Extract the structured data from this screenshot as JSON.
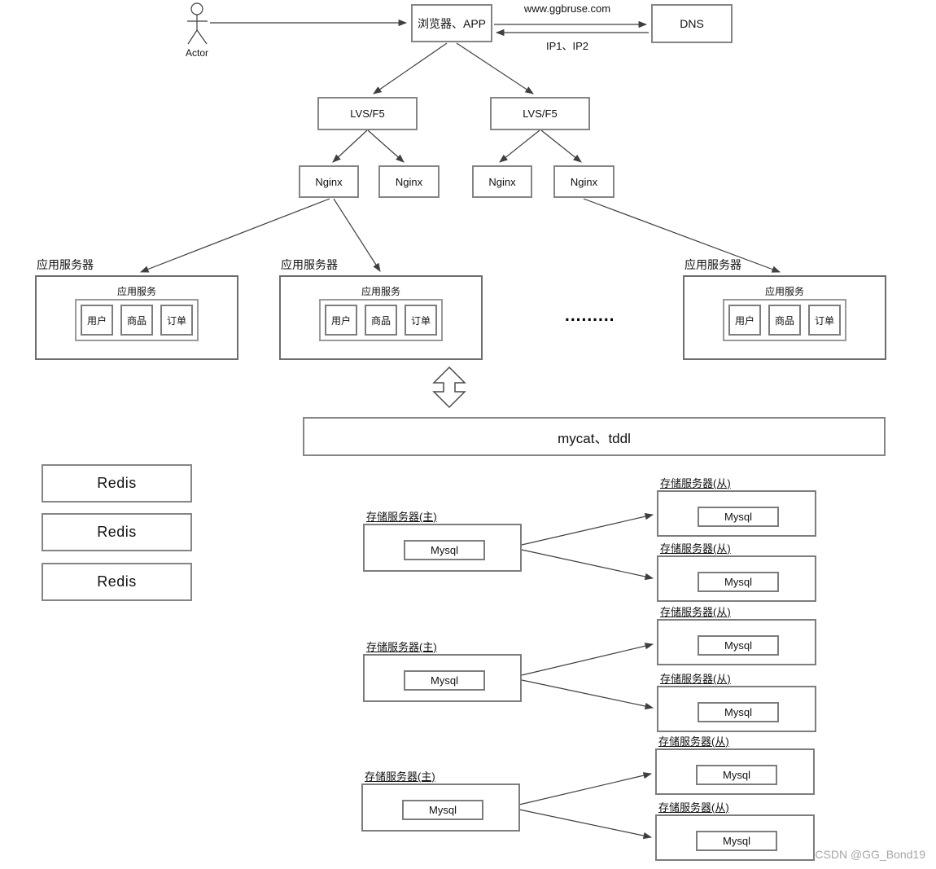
{
  "diagram": {
    "actor": {
      "label": "Actor"
    },
    "browser": {
      "label": "浏览器、APP"
    },
    "dns": {
      "label": "DNS"
    },
    "dns_links": {
      "request": "www.ggbruse.com",
      "response": "IP1、IP2"
    },
    "load_balancers": [
      {
        "label": "LVS/F5"
      },
      {
        "label": "LVS/F5"
      }
    ],
    "nginx_nodes": [
      {
        "label": "Nginx"
      },
      {
        "label": "Nginx"
      },
      {
        "label": "Nginx"
      },
      {
        "label": "Nginx"
      }
    ],
    "app_servers": [
      {
        "title": "应用服务器",
        "service_title": "应用服务",
        "modules": [
          "用户",
          "商品",
          "订单"
        ]
      },
      {
        "title": "应用服务器",
        "service_title": "应用服务",
        "modules": [
          "用户",
          "商品",
          "订单"
        ]
      },
      {
        "title": "应用服务器",
        "service_title": "应用服务",
        "modules": [
          "用户",
          "商品",
          "订单"
        ]
      }
    ],
    "ellipsis": ".........",
    "middleware": {
      "label": "mycat、tddl"
    },
    "redis_nodes": [
      {
        "label": "Redis"
      },
      {
        "label": "Redis"
      },
      {
        "label": "Redis"
      }
    ],
    "storage_masters": [
      {
        "title": "存储服务器(主)",
        "db": "Mysql"
      },
      {
        "title": "存储服务器(主)",
        "db": "Mysql"
      },
      {
        "title": "存储服务器(主)",
        "db": "Mysql"
      }
    ],
    "storage_slaves": [
      {
        "title": "存储服务器(从)",
        "db": "Mysql"
      },
      {
        "title": "存储服务器(从)",
        "db": "Mysql"
      },
      {
        "title": "存储服务器(从)",
        "db": "Mysql"
      },
      {
        "title": "存储服务器(从)",
        "db": "Mysql"
      },
      {
        "title": "存储服务器(从)",
        "db": "Mysql"
      },
      {
        "title": "存储服务器(从)",
        "db": "Mysql"
      }
    ],
    "watermark": "CSDN @GG_Bond19",
    "colors": {
      "line": "#3f3f3f",
      "border": "#7d7d7d",
      "watermark": "#a6a6a6",
      "background": "#ffffff"
    }
  }
}
